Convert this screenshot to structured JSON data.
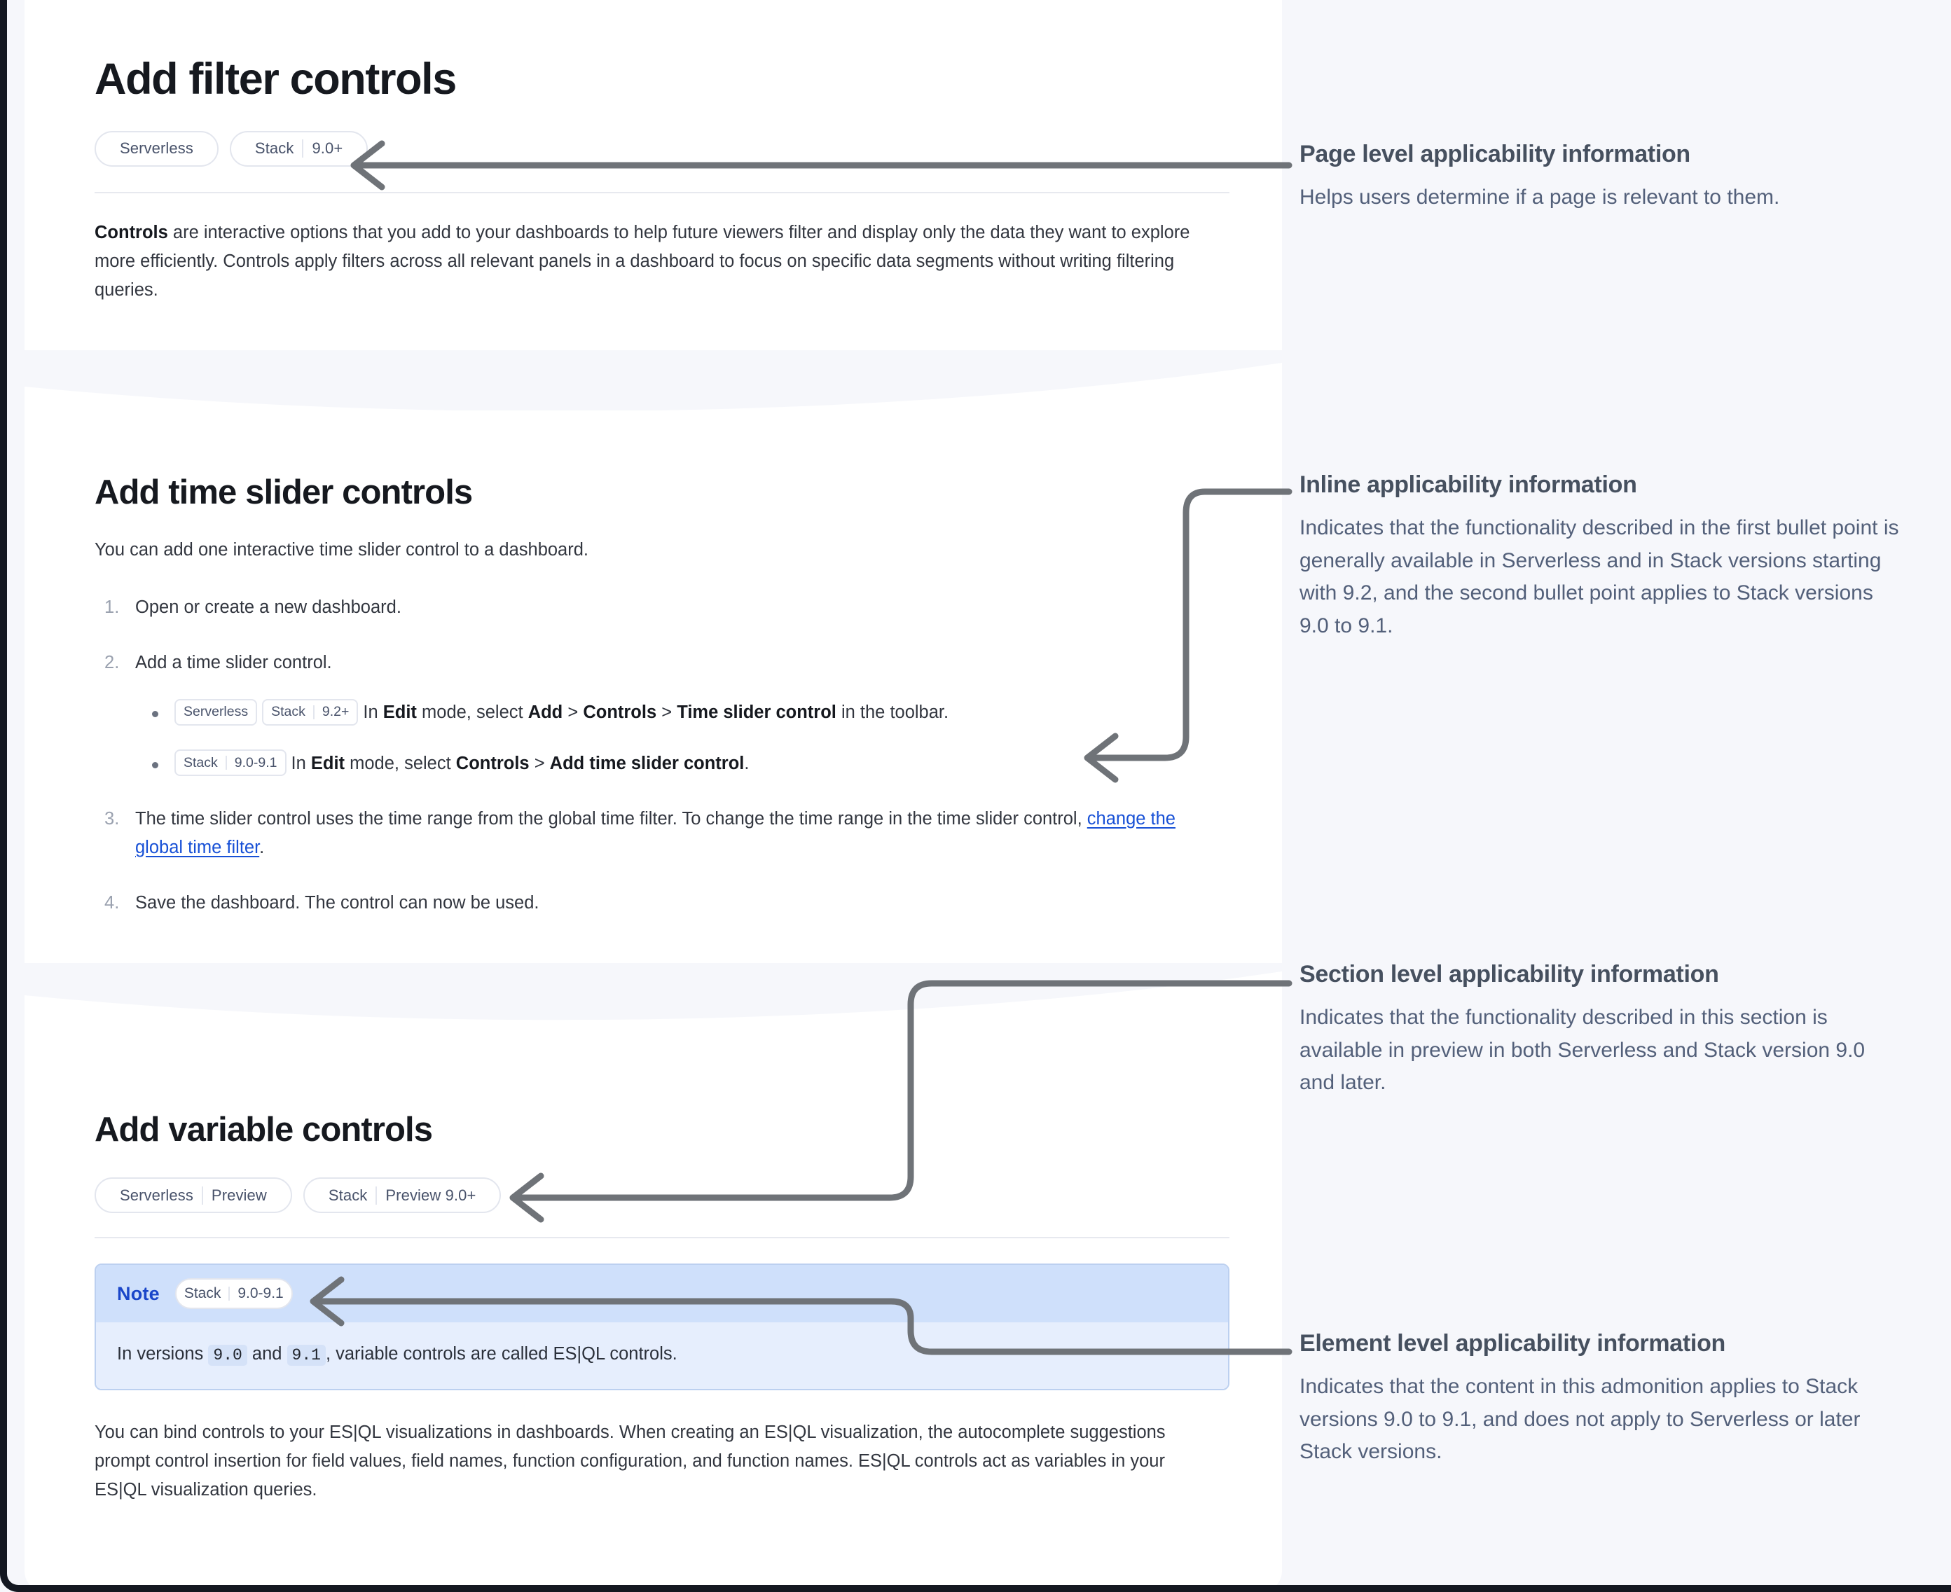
{
  "page": {
    "title": "Add filter controls",
    "applicability": [
      {
        "segments": [
          "Serverless"
        ]
      },
      {
        "segments": [
          "Stack",
          "9.0+"
        ]
      }
    ],
    "intro_lead": "Controls",
    "intro_rest": " are interactive options that you add to your dashboards to help future viewers filter and display only the data they want to explore more efficiently. Controls apply filters across all relevant panels in a dashboard to focus on specific data segments without writing filtering queries."
  },
  "section_time_slider": {
    "title": "Add time slider controls",
    "lead": "You can add one interactive time slider control to a dashboard.",
    "steps": [
      {
        "text": "Open or create a new dashboard."
      },
      {
        "text": "Add a time slider control.",
        "bullets": [
          {
            "badges": [
              {
                "segments": [
                  "Serverless"
                ]
              },
              {
                "segments": [
                  "Stack",
                  "9.2+"
                ]
              }
            ],
            "parts": [
              {
                "t": "In ",
                "b": false
              },
              {
                "t": "Edit",
                "b": true
              },
              {
                "t": " mode, select ",
                "b": false
              },
              {
                "t": "Add",
                "b": true
              },
              {
                "t": " > ",
                "b": false
              },
              {
                "t": "Controls",
                "b": true
              },
              {
                "t": " > ",
                "b": false
              },
              {
                "t": "Time slider control",
                "b": true
              },
              {
                "t": " in the toolbar.",
                "b": false
              }
            ]
          },
          {
            "badges": [
              {
                "segments": [
                  "Stack",
                  "9.0-9.1"
                ]
              }
            ],
            "parts": [
              {
                "t": "In ",
                "b": false
              },
              {
                "t": "Edit",
                "b": true
              },
              {
                "t": " mode, select ",
                "b": false
              },
              {
                "t": "Controls",
                "b": true
              },
              {
                "t": " > ",
                "b": false
              },
              {
                "t": "Add time slider control",
                "b": true
              },
              {
                "t": ".",
                "b": false
              }
            ]
          }
        ]
      },
      {
        "text_before_link": "The time slider control uses the time range from the global time filter. To change the time range in the time slider control, ",
        "link_text": "change the global time filter",
        "text_after_link": "."
      },
      {
        "text": "Save the dashboard. The control can now be used."
      }
    ]
  },
  "section_variable": {
    "title": "Add variable controls",
    "applicability": [
      {
        "segments": [
          "Serverless",
          "Preview"
        ]
      },
      {
        "segments": [
          "Stack",
          "Preview 9.0+"
        ]
      }
    ],
    "note": {
      "label": "Note",
      "badge": {
        "segments": [
          "Stack",
          "9.0-9.1"
        ]
      },
      "body_parts": [
        {
          "t": "In versions ",
          "code": false
        },
        {
          "t": "9.0",
          "code": true
        },
        {
          "t": " and ",
          "code": false
        },
        {
          "t": "9.1",
          "code": true
        },
        {
          "t": ", variable controls are called ES|QL controls.",
          "code": false
        }
      ]
    },
    "paragraph": "You can bind controls to your ES|QL visualizations in dashboards. When creating an ES|QL visualization, the autocomplete suggestions prompt control insertion for field values, field names, function configuration, and function names. ES|QL controls act as variables in your ES|QL visualization queries."
  },
  "annotations": [
    {
      "title": "Page level applicability information",
      "text": "Helps users determine if a page is relevant to them."
    },
    {
      "title": "Inline applicability information",
      "text": "Indicates that the functionality described in the first bullet point is generally available in Serverless and in Stack versions starting with 9.2, and the second bullet point applies to Stack versions 9.0 to 9.1."
    },
    {
      "title": "Section level applicability information",
      "text": "Indicates that the functionality described in this section is available in preview in both Serverless and Stack version 9.0 and later."
    },
    {
      "title": "Element level applicability information",
      "text": "Indicates that the content in this admonition applies to Stack versions 9.0 to 9.1, and does not apply to Serverless or later Stack versions."
    }
  ],
  "colors": {
    "background": "#f6f7fb",
    "card": "#ffffff",
    "badge_border": "#e3e6ee",
    "badge_text": "#48526a",
    "link": "#1750d6",
    "note_header": "#cfe0fb",
    "note_body": "#e6eefd",
    "note_label": "#1a46c9",
    "connector": "#6f7378",
    "annotation_title": "#46505f",
    "annotation_text": "#53607a"
  }
}
